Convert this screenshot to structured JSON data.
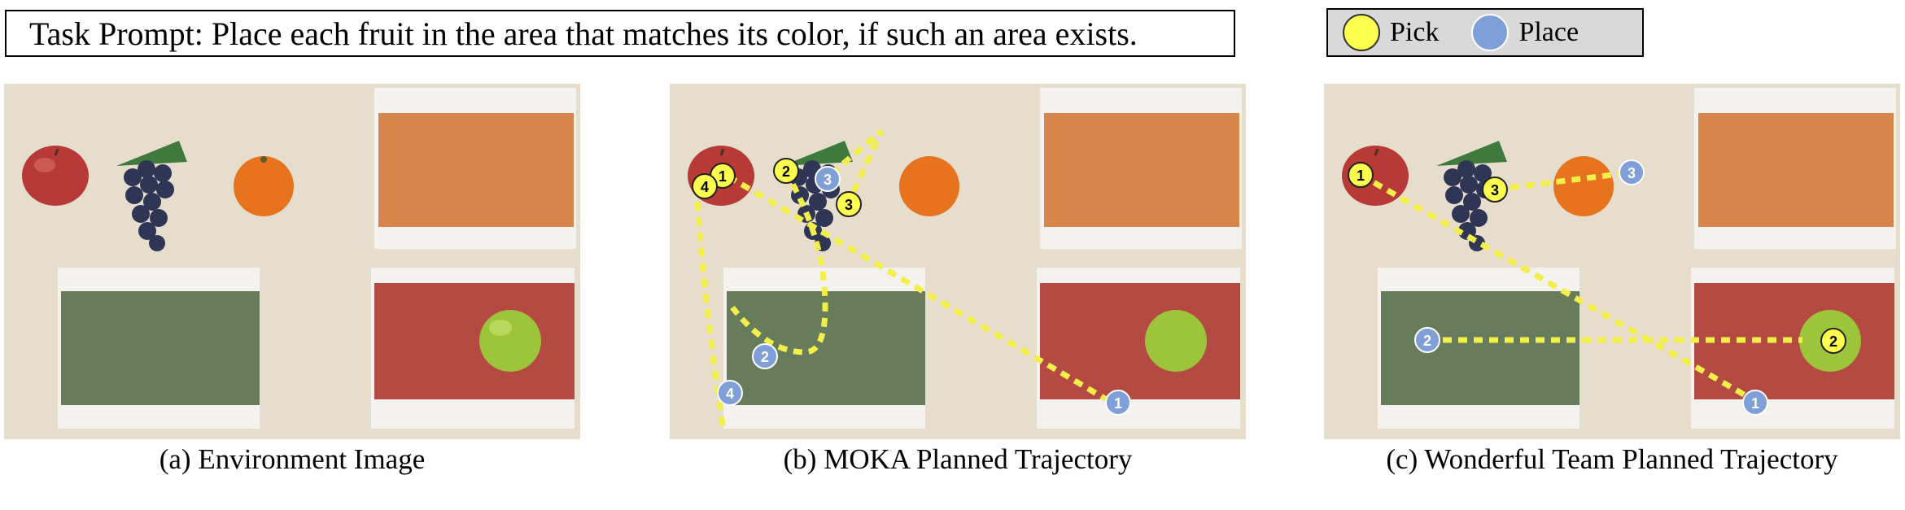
{
  "task_prompt": "Task Prompt: Place each fruit in the area that matches its color, if such an area exists.",
  "legend": {
    "pick_label": "Pick",
    "place_label": "Place",
    "pick_color": "#ffff4d",
    "place_color": "#7f9fd8"
  },
  "colors": {
    "table": "#e6ddcc",
    "orange_area": "#d6864b",
    "green_area": "#667c5a",
    "red_area": "#b54a42",
    "paper": "#f4f2ee",
    "trajectory": "#f2ee4a"
  },
  "captions": {
    "a": "(a) Environment Image",
    "b": "(b) MOKA Planned Trajectory",
    "c": "(c) Wonderful Team Planned Trajectory"
  },
  "moka_markers": {
    "pick": [
      "1",
      "2",
      "3",
      "4"
    ],
    "place": [
      "1",
      "2",
      "3",
      "4"
    ]
  },
  "wonderful_markers": {
    "pick": [
      "1",
      "2",
      "3"
    ],
    "place": [
      "1",
      "2",
      "3"
    ]
  }
}
